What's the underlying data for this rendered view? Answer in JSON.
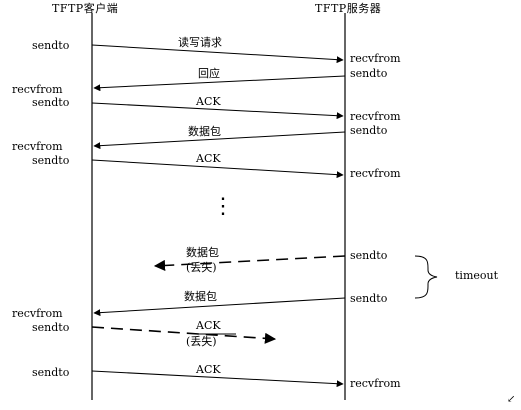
{
  "headers": {
    "client": "TFTP客户端",
    "server": "TFTP服务器"
  },
  "client_labels": [
    "sendto",
    "recvfrom",
    "sendto",
    "recvfrom",
    "sendto",
    "recvfrom",
    "sendto",
    "sendto"
  ],
  "server_labels": [
    "recvfrom",
    "sendto",
    "recvfrom",
    "sendto",
    "recvfrom",
    "sendto",
    "sendto",
    "recvfrom"
  ],
  "messages": {
    "m1": "读写请求",
    "m2": "回应",
    "m3": "ACK",
    "m4": "数据包",
    "m5": "ACK",
    "m6": "数据包",
    "m6_note": "(丢失)",
    "m7": "数据包",
    "m8": "ACK",
    "m8_note": "(丢失)",
    "m9": "ACK"
  },
  "ellipsis": "⋮",
  "timeout_label": "timeout",
  "corner_mark": "↙"
}
